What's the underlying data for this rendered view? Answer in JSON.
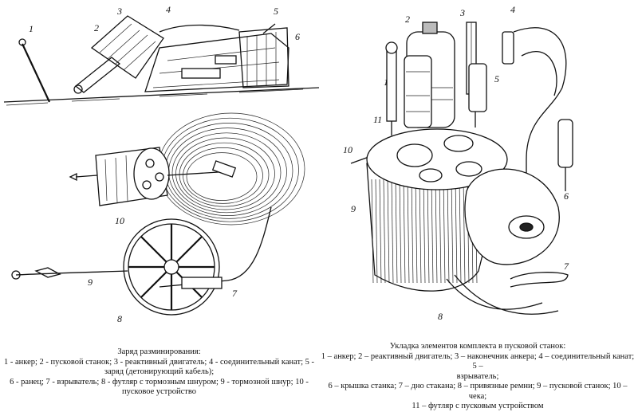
{
  "figure_left": {
    "labels": [
      "1",
      "2",
      "3",
      "4",
      "5",
      "6",
      "7",
      "8",
      "9",
      "10"
    ],
    "caption": {
      "title": "Заряд разминирования:",
      "lines": [
        "1 - анкер; 2 - пусковой станок; 3 - реактивный двигатель; 4 - соединительный канат; 5 -",
        "заряд (детонирующий кабель);",
        "6 - ранец; 7 - взрыватель; 8 - футляр с тормозным шнуром; 9 - тормозной шнур; 10 -",
        "пусковое устройство"
      ]
    }
  },
  "figure_right": {
    "labels": [
      "1",
      "2",
      "3",
      "4",
      "5",
      "6",
      "7",
      "8",
      "9",
      "10",
      "11"
    ],
    "caption": {
      "title": "Укладка элементов комплекта в пусковой станок:",
      "lines": [
        "1 – анкер; 2 – реактивный двигатель; 3 – наконечник анкера; 4 – соединительный канат; 5 –",
        "взрыватель;",
        "6 – крышка станка; 7 – дно стакана; 8 – привязные ремни; 9 – пусковой станок; 10 – чека;",
        "11 – футляр с пусковым устройством"
      ]
    }
  }
}
